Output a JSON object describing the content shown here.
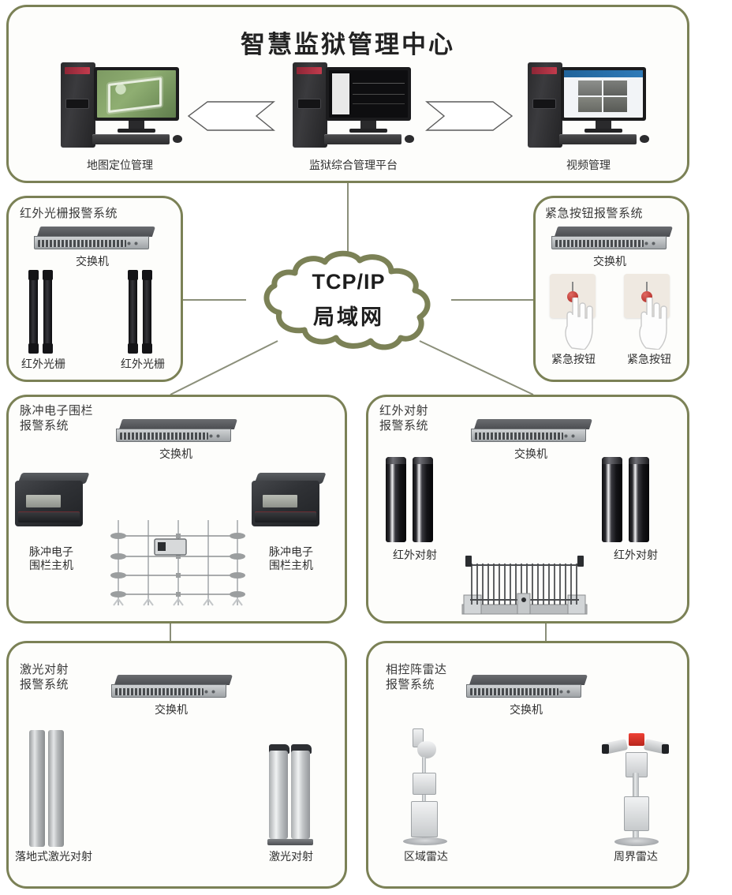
{
  "header": {
    "title": "智慧监狱管理中心",
    "workstations": [
      {
        "label": "地图定位管理",
        "screen": "map"
      },
      {
        "label": "监狱综合管理平台",
        "screen": "cad"
      },
      {
        "label": "视频管理",
        "screen": "video"
      }
    ],
    "arrows": [
      {
        "name": "arrow-left-chevron",
        "direction": "left"
      },
      {
        "name": "arrow-right-chevron",
        "direction": "right"
      }
    ]
  },
  "network": {
    "cloud_line1": "TCP/IP",
    "cloud_line2": "局域网"
  },
  "switch_label": "交换机",
  "panels": {
    "infrared_grating": {
      "title": "红外光栅报警系统",
      "switch": "交换机",
      "devices": [
        {
          "label": "红外光栅"
        },
        {
          "label": "红外光栅"
        }
      ]
    },
    "emergency_button": {
      "title": "紧急按钮报警系统",
      "switch": "交换机",
      "devices": [
        {
          "label": "紧急按钮"
        },
        {
          "label": "紧急按钮"
        }
      ]
    },
    "pulse_fence": {
      "title": "脉冲电子围栏\n报警系统",
      "switch": "交换机",
      "devices": [
        {
          "label": "脉冲电子\n围栏主机"
        },
        {
          "label": "脉冲电子\n围栏主机"
        }
      ]
    },
    "infrared_beam": {
      "title": "红外对射\n报警系统",
      "switch": "交换机",
      "devices": [
        {
          "label": "红外对射"
        },
        {
          "label": "红外对射"
        }
      ]
    },
    "laser_beam": {
      "title": "激光对射\n报警系统",
      "switch": "交换机",
      "devices": [
        {
          "label": "落地式激光对射"
        },
        {
          "label": "激光对射"
        }
      ]
    },
    "phased_array_radar": {
      "title": "相控阵雷达\n报警系统",
      "switch": "交换机",
      "devices": [
        {
          "label": "区域雷达"
        },
        {
          "label": "周界雷达"
        }
      ]
    }
  },
  "colors": {
    "panel_border": "#7b8156",
    "cloud_outline": "#7b8156",
    "link_line": "#8b8f7a",
    "title_text": "#232323",
    "alarm_red": "#b8261c"
  }
}
